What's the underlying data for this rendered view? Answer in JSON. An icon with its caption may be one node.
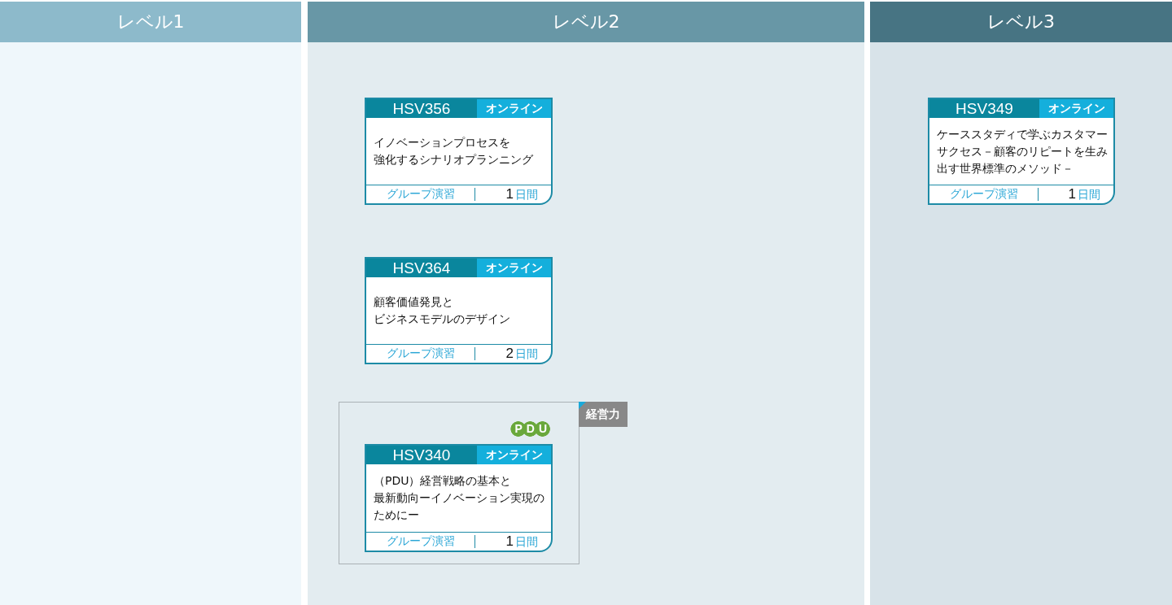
{
  "diagram": {
    "nodes": [
      {
        "text": [
          "レベル1"
        ]
      },
      {
        "text": [
          "レベル2"
        ]
      },
      {
        "text": [
          "レベル3"
        ]
      },
      {
        "text": [
          "HSV356",
          "オンライン",
          "イノベーションプロセスを強化するシナリオプランニング",
          "グループ演習",
          "1",
          "日間"
        ],
        "in": 1
      },
      {
        "text": [
          "HSV364",
          "オンライン",
          "顧客価値発見とビジネスモデルのデザイン",
          "グループ演習",
          "2",
          "日間"
        ],
        "in": 1
      },
      {
        "text": [
          "経営力",
          "PDU"
        ],
        "in": 1
      },
      {
        "text": [
          "HSV340",
          "オンライン",
          "（PDU）経営戦略の基本と最新動向ーイノベーション実現のためにー",
          "グループ演習",
          "1",
          "日間"
        ],
        "in": 5
      },
      {
        "text": [
          "HSV349",
          "オンライン",
          "ケーススタディで学ぶカスタマーサクセス－顧客のリピートを生み出す世界標準のメソッド－",
          "グループ演習",
          "1",
          "日間"
        ],
        "in": 2
      }
    ]
  }
}
